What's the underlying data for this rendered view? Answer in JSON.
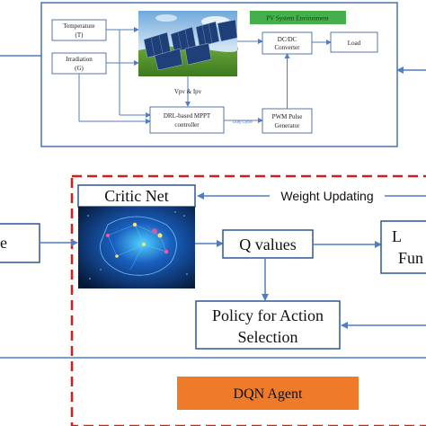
{
  "pv_system": {
    "temperature_line1": "Temperature",
    "temperature_line2": "(T)",
    "irradiation_line1": "Irradiation",
    "irradiation_line2": "(G)",
    "environment_label": "PV System Environment",
    "dcdc_line1": "DC/DC",
    "dcdc_line2": "Converter",
    "load_label": "Load",
    "vpv_label": "Vpv & Ipv",
    "drl_line1": "DRL-based MPPT",
    "drl_line2": "controller",
    "duty_cycle_label": "Duty Cycle",
    "pwm_line1": "PWM Pulse",
    "pwm_line2": "Generator"
  },
  "dqn": {
    "critic_net_label": "Critic Net",
    "weight_updating_label": "Weight Updating",
    "state_fragment": "e",
    "q_values_label": "Q values",
    "loss_line1": "L",
    "loss_line2": "Fun",
    "policy_line1": "Policy for Action",
    "policy_line2": "Selection",
    "agent_label": "DQN Agent"
  },
  "colors": {
    "frame_blue": "#4a72b0",
    "arrow_blue": "#4f7ec2",
    "box_blue": "#2e5597",
    "env_green": "#45b04b",
    "agent_red": "#d11f1f",
    "agent_orange": "#ef7a2a"
  }
}
